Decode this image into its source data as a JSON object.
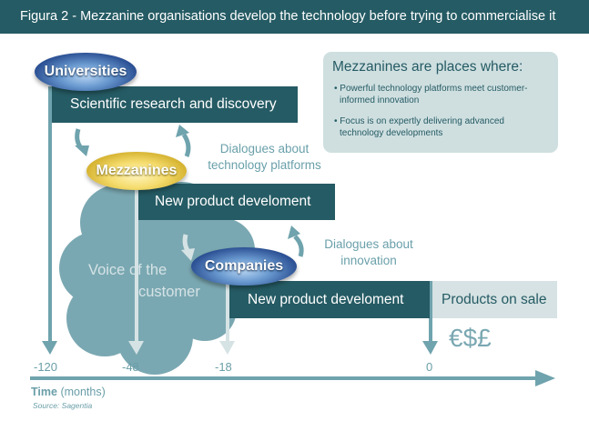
{
  "title": "Figura 2 - Mezzanine organisations develop the technology before trying to commercialise it",
  "actors": {
    "universities": "Universities",
    "mezzanines": "Mezzanines",
    "companies": "Companies"
  },
  "bars": {
    "research": "Scientific research and discovery",
    "mezz_npd": "New product develoment",
    "comp_npd": "New product develoment",
    "on_sale": "Products on sale"
  },
  "dialogues": {
    "tech_line1": "Dialogues about",
    "tech_line2": "technology platforms",
    "innov_line1": "Dialogues about",
    "innov_line2": "innovation"
  },
  "voice": {
    "line1": "Voice of the",
    "line2": "customer"
  },
  "currency": "€$£",
  "info_box": {
    "title": "Mezzanines are places where:",
    "bullets": [
      "Powerful technology platforms meet customer-informed innovation",
      "Focus is on expertly delivering advanced technology developments"
    ]
  },
  "axis": {
    "ticks": [
      "-120",
      "-48",
      "-18",
      "0"
    ],
    "label_bold": "Time",
    "label_unit": "(months)",
    "source": "Source: Sagentia"
  },
  "colors": {
    "dark_teal": "#255b64",
    "mid_teal": "#6fa3ad",
    "light": "#d6e3e5",
    "cloud": "#7aa8b2"
  }
}
